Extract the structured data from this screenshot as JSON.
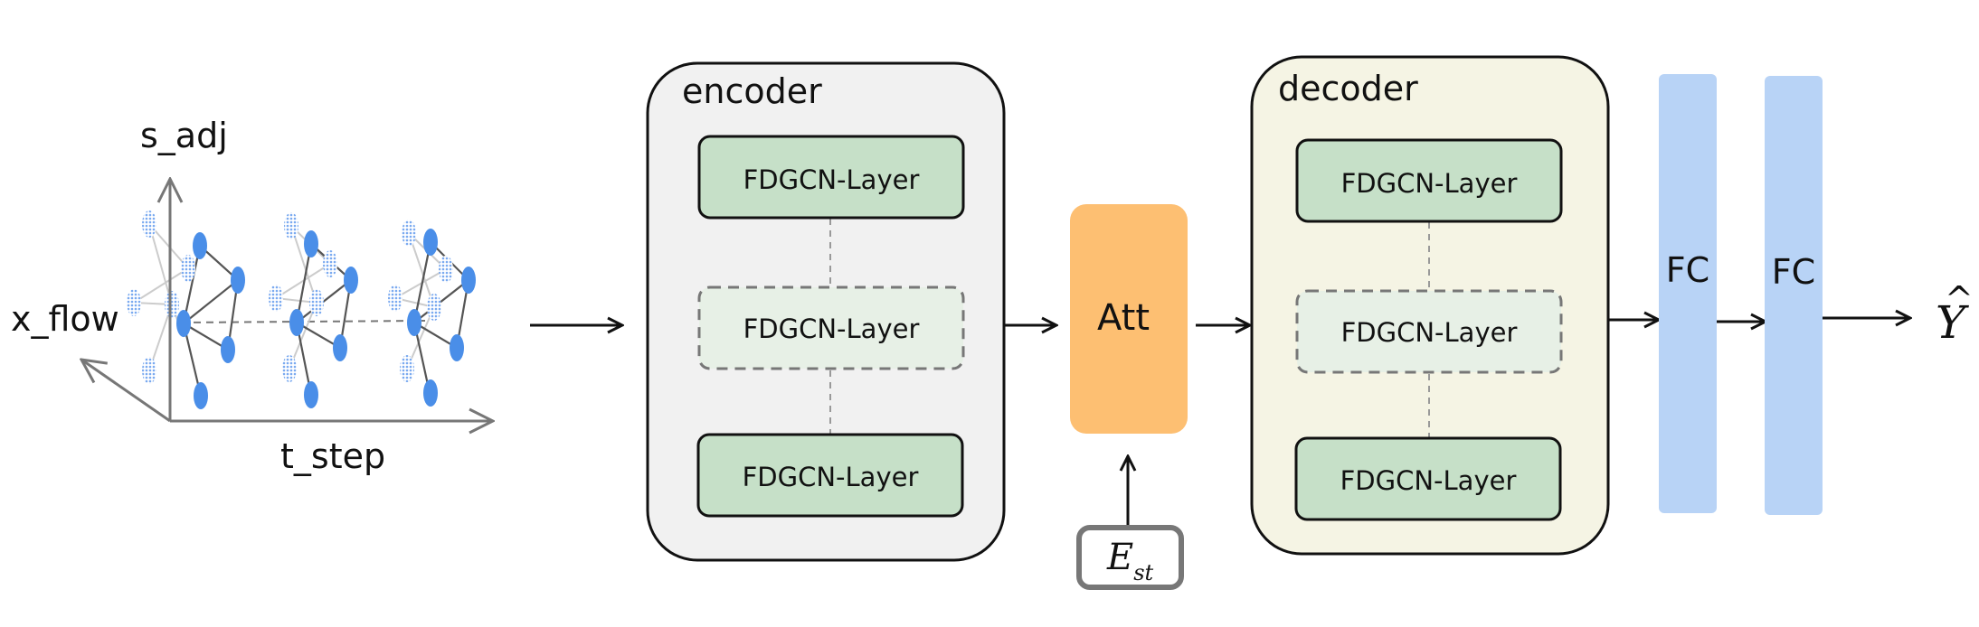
{
  "axes": {
    "vertical_label": "s_adj",
    "depth_label": "x_flow",
    "horizontal_label": "t_step"
  },
  "encoder": {
    "title": "encoder",
    "layer_top": "FDGCN-Layer",
    "layer_middle": "FDGCN-Layer",
    "layer_bottom": "FDGCN-Layer"
  },
  "attention": {
    "label": "Att"
  },
  "embedding": {
    "symbol": "E",
    "subscript": "st"
  },
  "decoder": {
    "title": "decoder",
    "layer_top": "FDGCN-Layer",
    "layer_middle": "FDGCN-Layer",
    "layer_bottom": "FDGCN-Layer"
  },
  "fc1": {
    "label": "FC"
  },
  "fc2": {
    "label": "FC"
  },
  "output": {
    "symbol": "Y",
    "accent": "^"
  },
  "colors": {
    "encoder_fill": "#f1f1f1",
    "decoder_fill": "#f5f4e4",
    "layer_fill": "#c6e0c8",
    "layer_dashed_fill": "#e7f0e6",
    "attention_fill": "#fdbf72",
    "fc_fill": "#b8d3f6",
    "node_blue": "#4a8ee8",
    "node_light": "#aac8f3"
  }
}
